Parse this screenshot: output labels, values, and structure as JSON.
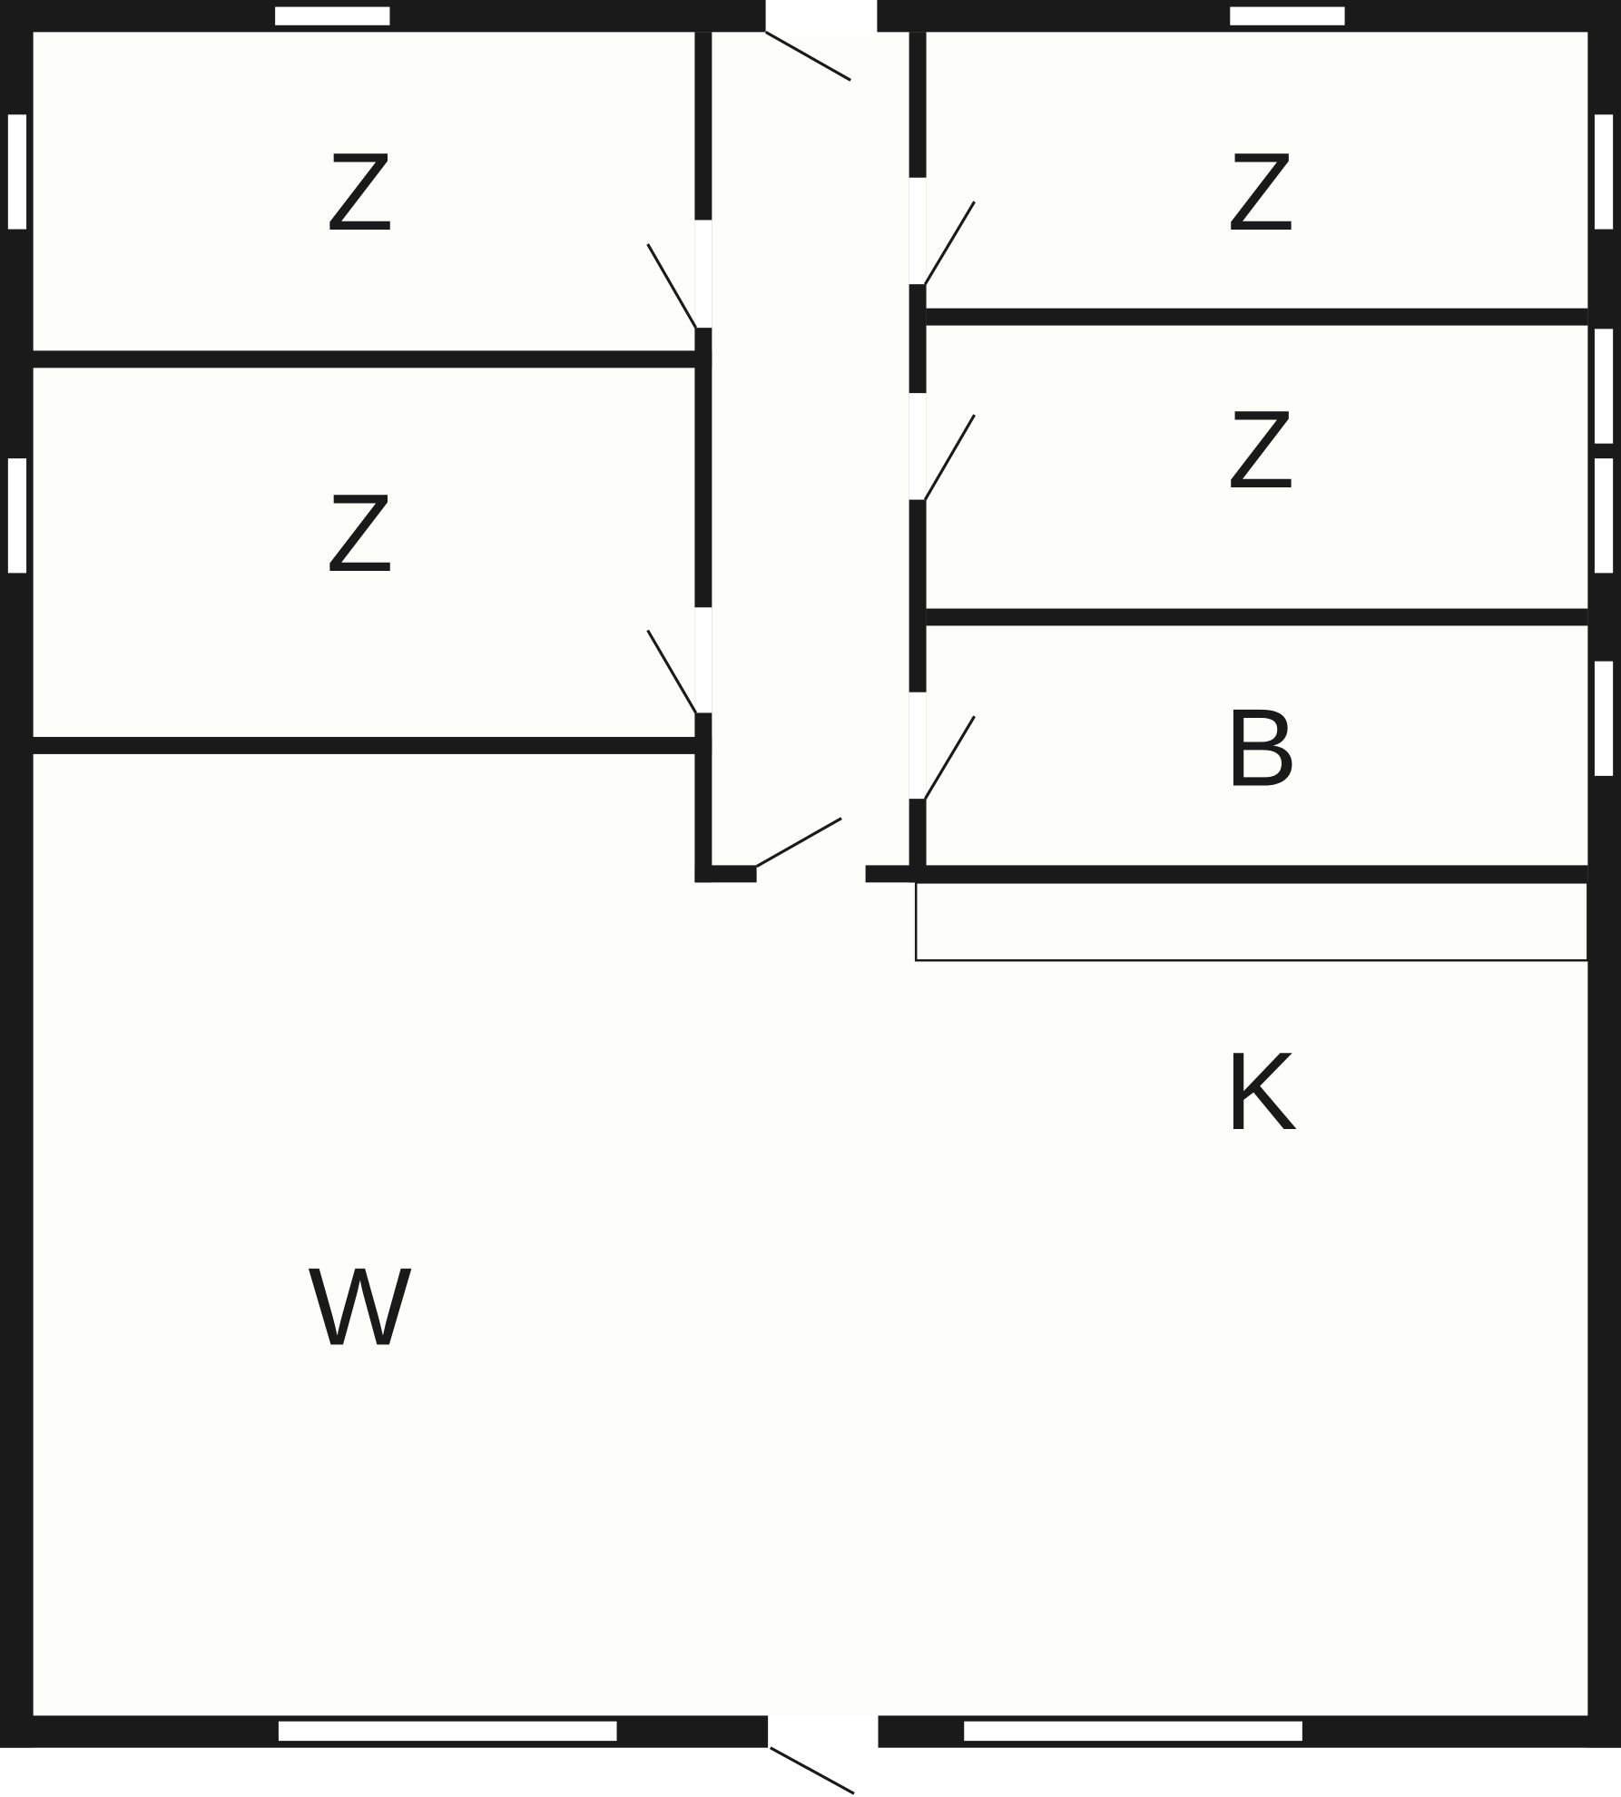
{
  "floor_plan": {
    "colors": {
      "wall": "#1b1a1a",
      "floor": "#fdfdf9",
      "window": "#ffffff"
    },
    "rooms": [
      {
        "id": "room-z-top-left",
        "label": "Z"
      },
      {
        "id": "room-z-mid-left",
        "label": "Z"
      },
      {
        "id": "room-z-top-right",
        "label": "Z"
      },
      {
        "id": "room-z-mid-right",
        "label": "Z"
      },
      {
        "id": "room-b",
        "label": "B"
      },
      {
        "id": "room-k",
        "label": "K"
      },
      {
        "id": "room-w",
        "label": "W"
      }
    ]
  }
}
